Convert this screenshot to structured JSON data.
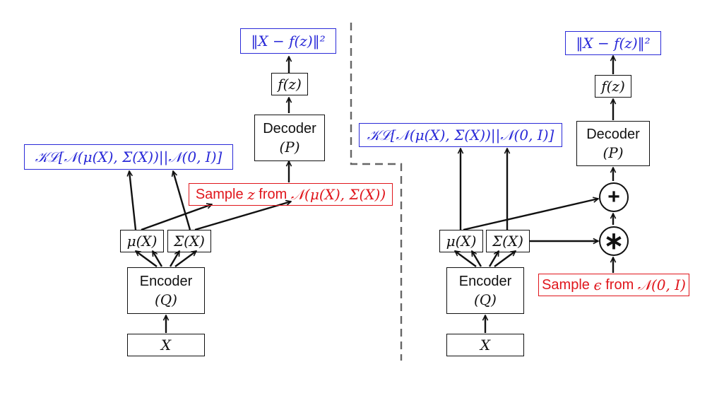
{
  "left": {
    "loss": "‖X − f(z)‖²",
    "fz": "f(z)",
    "decoder": {
      "title": "Decoder",
      "param": "(P)"
    },
    "kl": "𝒦ℒ[𝒩(μ(X), Σ(X))||𝒩(0, I)]",
    "sample": {
      "prefix": "Sample ",
      "var": "z",
      "mid": " from ",
      "dist": "𝒩(μ(X), Σ(X))"
    },
    "mu": "μ(X)",
    "sigma": "Σ(X)",
    "encoder": {
      "title": "Encoder",
      "param": "(Q)"
    },
    "input": "X"
  },
  "right": {
    "loss": "‖X − f(z)‖²",
    "fz": "f(z)",
    "decoder": {
      "title": "Decoder",
      "param": "(P)"
    },
    "kl": "𝒦ℒ[𝒩(μ(X), Σ(X))||𝒩(0, I)]",
    "plus": "+",
    "times": "∗",
    "sample": {
      "prefix": "Sample ",
      "var": "ϵ",
      "mid": " from ",
      "dist": "𝒩(0, I)"
    },
    "mu": "μ(X)",
    "sigma": "Σ(X)",
    "encoder": {
      "title": "Encoder",
      "param": "(Q)"
    },
    "input": "X"
  }
}
